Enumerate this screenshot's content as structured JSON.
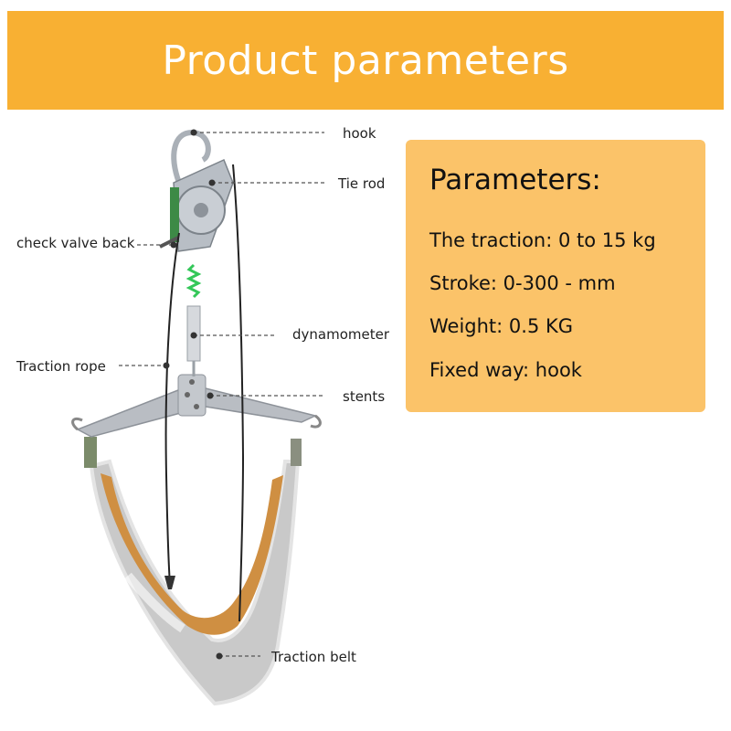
{
  "banner": {
    "title": "Product parameters"
  },
  "parameters": {
    "heading": "Parameters:",
    "lines": [
      "The traction: 0 to 15 kg",
      "Stroke: 0-300 - mm",
      "Weight: 0.5 KG",
      "Fixed way: hook"
    ]
  },
  "callouts": {
    "hook": "hook",
    "tie_rod": "Tie rod",
    "check_valve": "check valve back",
    "dynamometer": "dynamometer",
    "traction_rope": "Traction rope",
    "stents": "stents",
    "traction_belt": "Traction belt"
  },
  "colors": {
    "banner": "#f8b033",
    "params_box": "#fbc369",
    "metal": "#b9bdc3",
    "belt_outer": "#c9c9c9",
    "belt_inner": "#cf8f42",
    "spring": "#34c759"
  }
}
